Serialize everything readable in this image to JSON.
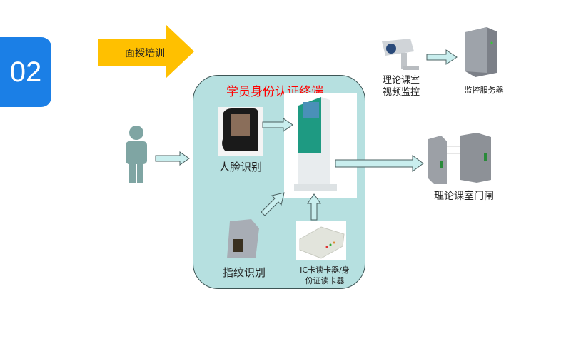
{
  "badge": {
    "number": "02"
  },
  "banner_arrow": {
    "label": "面授培训",
    "color": "#ffc000"
  },
  "terminal_box": {
    "title": "学员身份认证终端",
    "title_color": "#ff0000",
    "fill": "#b6e0e0"
  },
  "devices": {
    "face": {
      "label": "人脸识别"
    },
    "fingerprint": {
      "label": "指纹识别"
    },
    "card_reader": {
      "label_line1": "IC卡读卡器/身",
      "label_line2": "份证读卡器"
    },
    "camera": {
      "label_line1": "理论课室",
      "label_line2": "视频监控"
    },
    "server": {
      "label": "监控服务器"
    },
    "gate": {
      "label": "理论课室门闸"
    }
  },
  "colors": {
    "badge": "#1b7fe6",
    "arrow_fill": "#c9eeee",
    "arrow_stroke": "#4a6060",
    "person": "#7fa5a3"
  }
}
